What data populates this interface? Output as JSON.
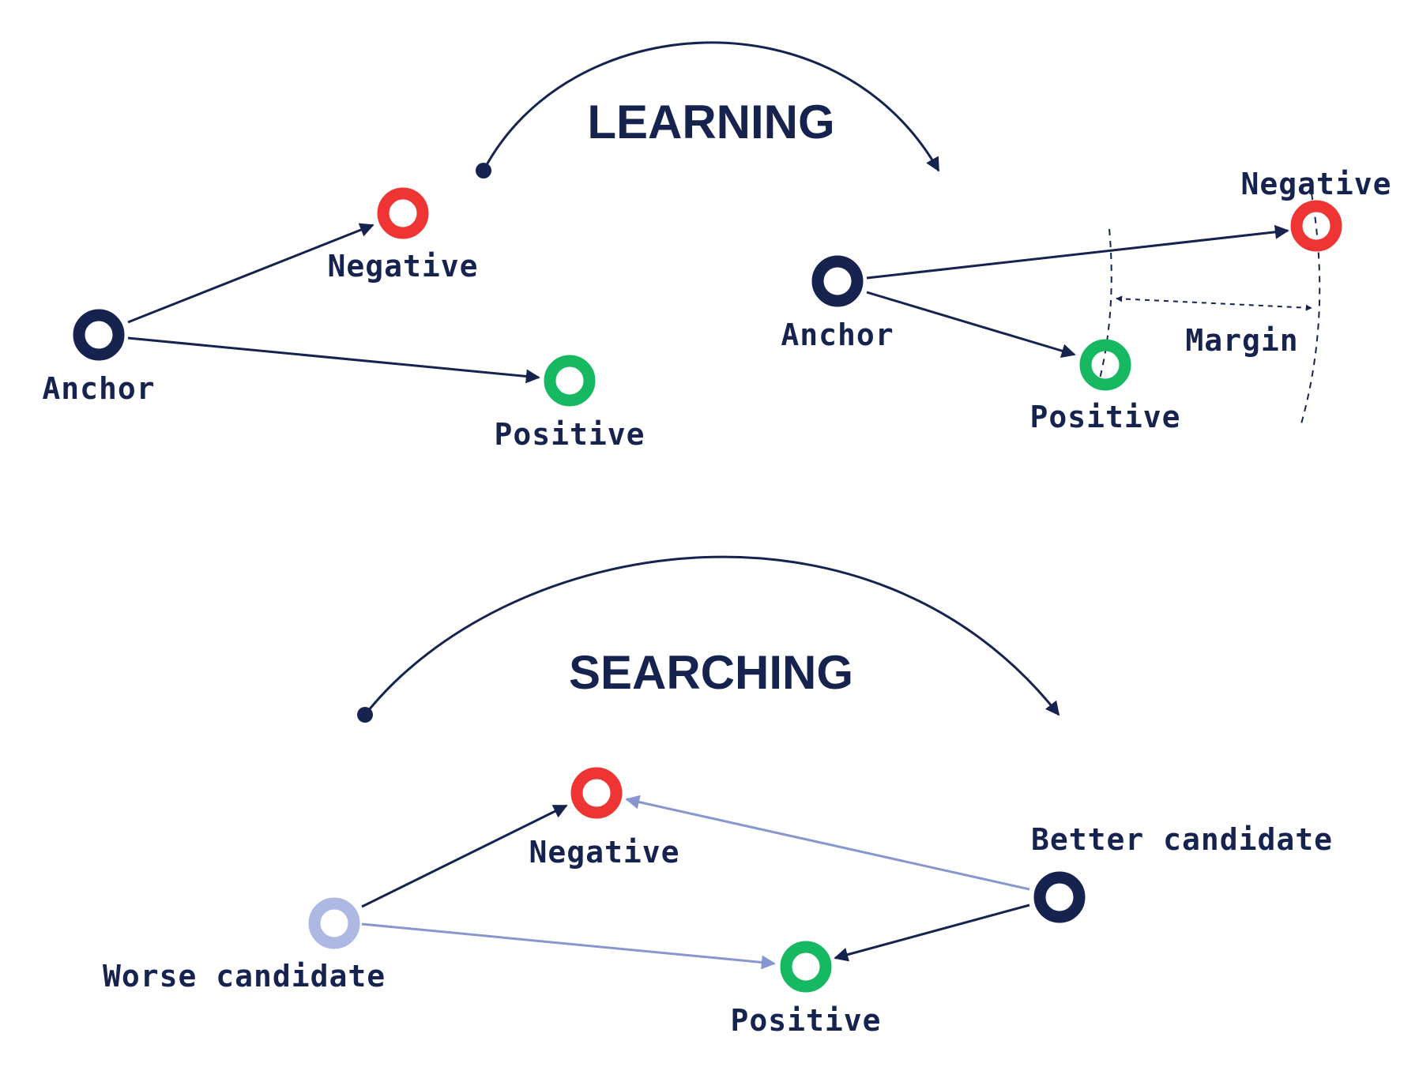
{
  "colors": {
    "navy": "#16234f",
    "red": "#ef3434",
    "green": "#17b862",
    "light": "#aeb9e3",
    "light_arrow": "#8796cf"
  },
  "learning": {
    "title": "LEARNING",
    "before": {
      "anchor": "Anchor",
      "negative": "Negative",
      "positive": "Positive"
    },
    "after": {
      "anchor": "Anchor",
      "negative": "Negative",
      "positive": "Positive",
      "margin": "Margin"
    }
  },
  "searching": {
    "title": "SEARCHING",
    "negative": "Negative",
    "positive": "Positive",
    "worse_candidate": "Worse candidate",
    "better_candidate": "Better candidate"
  }
}
